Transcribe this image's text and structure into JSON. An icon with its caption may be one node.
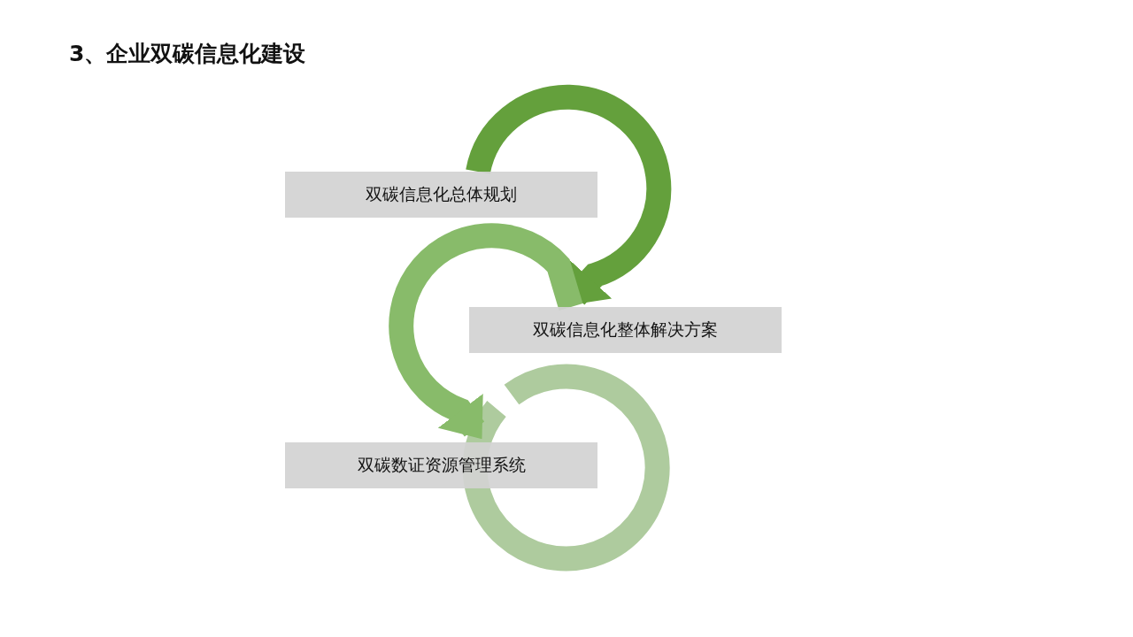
{
  "diagram": {
    "title": "3、企业双碳信息化建设",
    "nodes": [
      {
        "text": [
          "双碳信息化总体规划"
        ]
      },
      {
        "text": [
          "双碳信息化整体解决方案"
        ]
      },
      {
        "text": [
          "双碳数证资源管理系统"
        ]
      }
    ],
    "edges": [
      {
        "from": 0,
        "to": 1,
        "arrow": "to",
        "color": "#64a03c"
      },
      {
        "from": 1,
        "to": 2,
        "arrow": "to",
        "color": "#88bb6a"
      }
    ]
  }
}
